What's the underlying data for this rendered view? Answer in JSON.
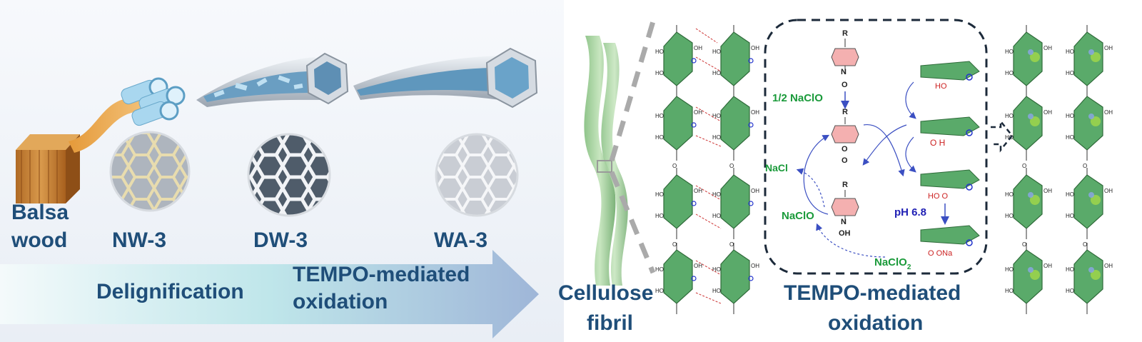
{
  "labels": {
    "balsa_line1": "Balsa",
    "balsa_line2": "wood",
    "nw3": "NW-3",
    "dw3": "DW-3",
    "wa3": "WA-3",
    "delignification": "Delignification",
    "tempo_arrow_line1": "TEMPO-mediated",
    "tempo_arrow_line2": "oxidation",
    "fibril_line1": "Cellulose",
    "fibril_line2": "fibril",
    "tempo_panel_line1": "TEMPO-mediated",
    "tempo_panel_line2": "oxidation"
  },
  "mechanism": {
    "reagent_top": "1/2 NaClO",
    "nacl": "NaCl",
    "naclo": "NaClO",
    "ph": "pH 6.8",
    "naclo2": "NaClO",
    "naclo2_sub": "2",
    "r": "R",
    "o": "O",
    "n": "N",
    "oh": "OH",
    "ring_oh1": "HO",
    "ring_oh2": "O H",
    "ring_cho": "HO O",
    "ring_coona": "O ONa"
  },
  "chain": {
    "ho": "HO",
    "oh": "OH",
    "o": "O"
  },
  "colors": {
    "label_blue": "#1f4e79",
    "reaction_blue": "#1f1fb4",
    "reagent_green": "#1a9a3a",
    "ring_green": "#5aaa6a",
    "ring_pink": "#f4b0b0",
    "arrow_gradient_start": "#eaf6f8",
    "arrow_gradient_end": "#9fb6d8"
  }
}
